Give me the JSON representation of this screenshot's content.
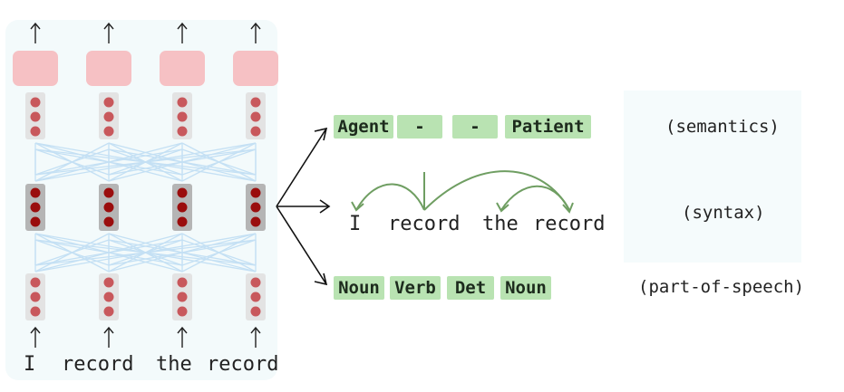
{
  "input_words": [
    "I",
    "record",
    "the",
    "record"
  ],
  "semantic_tags": [
    "Agent",
    "-",
    "-",
    "Patient"
  ],
  "syntax_sentence": [
    "I",
    "record",
    "the",
    "record"
  ],
  "pos_tags": [
    "Noun",
    "Verb",
    "Det",
    "Noun"
  ],
  "labels": {
    "semantics": "(semantics)",
    "syntax": "(syntax)",
    "pos": "(part-of-speech)"
  },
  "colors": {
    "output_box": "#f6c1c4",
    "hidden_dot": "#c8585c",
    "center_dot": "#9a0d0d",
    "tag_fill": "#b9e3b2",
    "attention_lines": "#bcdcf3",
    "arc": "#6f9e62"
  }
}
